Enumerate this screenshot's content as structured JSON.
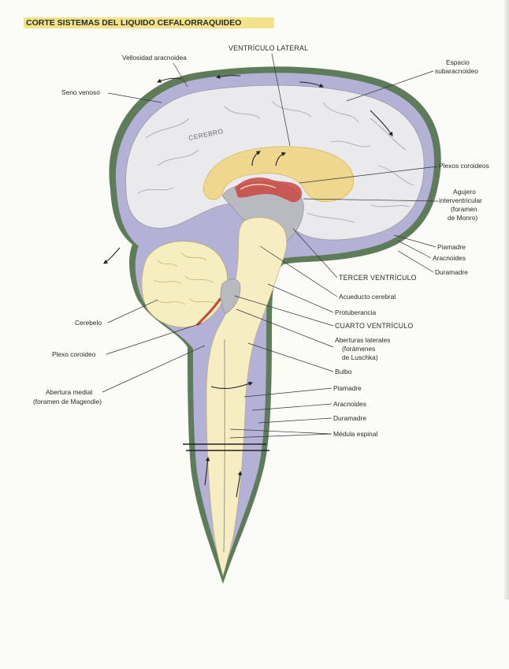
{
  "title": "CORTE SISTEMAS DEL LIQUIDO CEFALORRAQUIDEO",
  "labels": {
    "ventriculo_lateral": "VENTRÍCULO LATERAL",
    "vellosidad": "Vellosidad aracnoidea",
    "espacio_sub_1": "Espacio",
    "espacio_sub_2": "subaracnoideo",
    "seno_venoso": "Seno venoso",
    "cerebro": "CEREBRO",
    "plexos_coroideos": "Plexos coroideos",
    "agujero_1": "Agujero",
    "agujero_2": "interventricular",
    "agujero_3": "(foramen",
    "agujero_4": "de Monro)",
    "piamadre_top": "Piamadre",
    "aracnoides_top": "Aracnoides",
    "duramadre_top": "Duramadre",
    "tercer_ventriculo": "TERCER VENTRÍCULO",
    "acueducto": "Acueducto cerebral",
    "protuberancia": "Protuberancia",
    "cuarto_ventriculo": "CUARTO VENTRÍCULO",
    "aberturas_1": "Aberturas laterales",
    "aberturas_2": "(forámenes",
    "aberturas_3": "de Luschka)",
    "cerebelo": "Cerebelo",
    "plexo_coroideo": "Plexo coroideo",
    "abertura_medial_1": "Abertura medial",
    "abertura_medial_2": "(foramen de Magendie)",
    "bulbo": "Bulbo",
    "piamadre_bottom": "Piamadre",
    "aracnoides_bottom": "Aracnoides",
    "duramadre_bottom": "Duramadre",
    "medula": "Médula espinal"
  },
  "colors": {
    "duramadre": "#5f7c5a",
    "subarachnoid": "#b3b2d6",
    "cerebro": "#eaeaec",
    "ventricle": "#efd88e",
    "brainstem": "#f6edc2",
    "cerebelo": "#f5efc0",
    "plexo": "#c9463f",
    "grey_fill": "#b9b9c0"
  }
}
